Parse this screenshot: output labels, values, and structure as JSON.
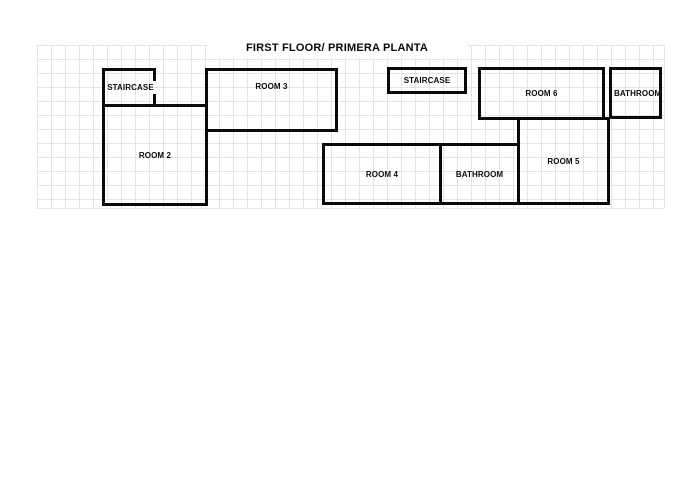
{
  "title": "FIRST FLOOR/ PRIMERA PLANTA",
  "colors": {
    "wall": "#0a0a0a",
    "grid_line": "#e4e4e4",
    "background": "#ffffff"
  },
  "rooms": [
    {
      "id": "staircase-left",
      "label": "STAIRCASE"
    },
    {
      "id": "room-2",
      "label": "ROOM 2"
    },
    {
      "id": "room-3",
      "label": "ROOM 3"
    },
    {
      "id": "staircase-right",
      "label": "STAIRCASE"
    },
    {
      "id": "room-6",
      "label": "ROOM 6"
    },
    {
      "id": "bathroom-top",
      "label": "BATHROOM"
    },
    {
      "id": "room-4",
      "label": "ROOM 4"
    },
    {
      "id": "bathroom-mid",
      "label": "BATHROOM"
    },
    {
      "id": "room-5",
      "label": "ROOM 5"
    }
  ]
}
